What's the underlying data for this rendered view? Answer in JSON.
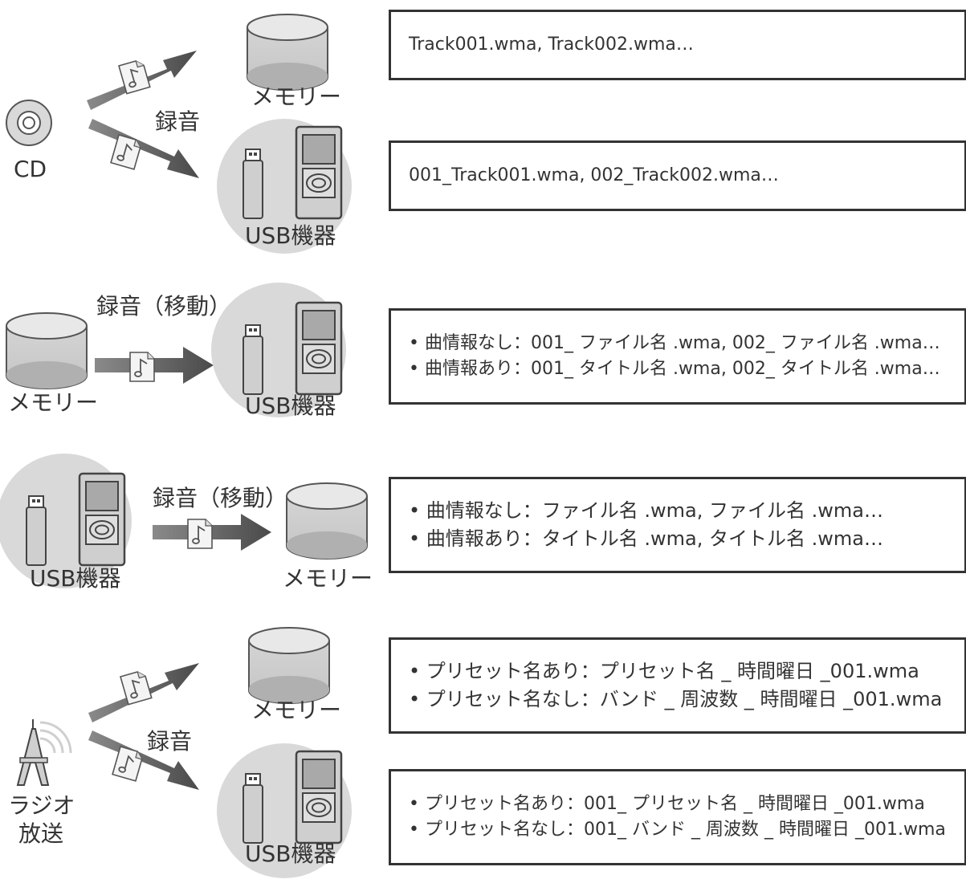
{
  "rows": [
    {
      "source": "CD",
      "action": "録音",
      "dest_memory": "メモリー",
      "dest_usb": "USB機器",
      "memory_box": [
        "Track001.wma, Track002.wma…"
      ],
      "usb_box": [
        "001_Track001.wma, 002_Track002.wma…"
      ]
    },
    {
      "source": "メモリー",
      "action": "録音（移動）",
      "dest": "USB機器",
      "box": [
        "• 曲情報なし：001_ ファイル名 .wma, 002_ ファイル名 .wma…",
        "• 曲情報あり：001_ タイトル名 .wma, 002_ タイトル名 .wma…"
      ]
    },
    {
      "source": "USB機器",
      "action": "録音（移動）",
      "dest": "メモリー",
      "box": [
        "• 曲情報なし：ファイル名 .wma, ファイル名 .wma…",
        "• 曲情報あり：タイトル名 .wma, タイトル名 .wma…"
      ]
    },
    {
      "source": "ラジオ\n放送",
      "source_line1": "ラジオ",
      "source_line2": "放送",
      "action": "録音",
      "dest_memory": "メモリー",
      "dest_usb": "USB機器",
      "memory_box": [
        "• プリセット名あり：プリセット名 _ 時間曜日 _001.wma",
        "• プリセット名なし：バンド _ 周波数 _ 時間曜日 _001.wma"
      ],
      "usb_box": [
        "• プリセット名あり：001_ プリセット名 _ 時間曜日 _001.wma",
        "• プリセット名なし：001_ バンド _ 周波数 _ 時間曜日 _001.wma"
      ]
    }
  ]
}
